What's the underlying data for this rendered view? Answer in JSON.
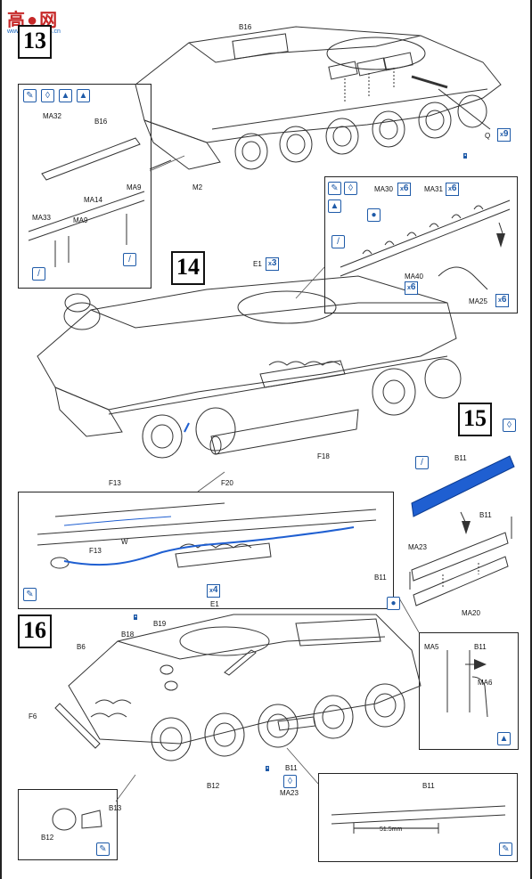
{
  "watermark": {
    "main": "高●网",
    "sub": "www.hobbyboss.cn"
  },
  "steps": [
    {
      "id": "13",
      "label": "13"
    },
    {
      "id": "14",
      "label": "14"
    },
    {
      "id": "15",
      "label": "15"
    },
    {
      "id": "16",
      "label": "16"
    }
  ],
  "step13": {
    "labels": {
      "b16": "B16",
      "m2": "M2",
      "q": "Q",
      "ma32": "MA32",
      "b16b": "B16",
      "ma9a": "MA9",
      "ma14": "MA14",
      "ma33": "MA33",
      "ma9b": "MA9",
      "ma30": "MA30",
      "ma31": "MA31",
      "ma40": "MA40",
      "ma25": "MA25"
    },
    "qty": {
      "q": "9",
      "ma30": "6",
      "ma31": "6",
      "ma40": "6",
      "ma25": "6"
    }
  },
  "step14": {
    "labels": {
      "e1": "E1",
      "f18": "F18",
      "f13": "F13",
      "f20": "F20",
      "w": "W",
      "f13b": "F13"
    },
    "qty": {
      "e1": "3"
    }
  },
  "step15": {
    "labels": {
      "b11a": "B11",
      "b11b": "B11",
      "ma23": "MA23",
      "b11c": "B11",
      "ma20": "MA20",
      "ma5": "MA5",
      "b11d": "B11",
      "ma6": "MA6"
    }
  },
  "step16": {
    "labels": {
      "e1": "E1",
      "b19": "B19",
      "b18": "B18",
      "b6": "B6",
      "f6": "F6",
      "b12": "B12",
      "b11": "B11",
      "ma23": "MA23",
      "b13": "B13",
      "b12b": "B12",
      "b11b": "B11",
      "dim": "51.5mm"
    },
    "qty": {
      "e1": "4"
    }
  },
  "colors": {
    "accent": "#1e5aa8",
    "highlight": "#1f5fd1",
    "line": "#333333"
  }
}
